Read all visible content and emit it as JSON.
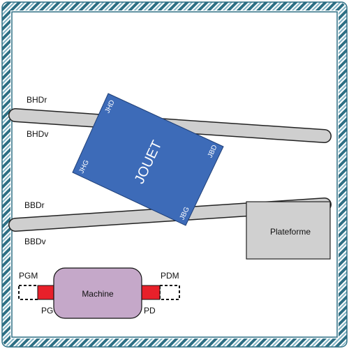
{
  "bars": {
    "top_upper_label": "BHDr",
    "top_lower_label": "BHDv",
    "bottom_upper_label": "BBDr",
    "bottom_lower_label": "BBDv"
  },
  "toy": {
    "title": "JOUET",
    "corner_top_left": "JHD",
    "corner_left": "JHG",
    "corner_right": "JBD",
    "corner_bottom": "JBG",
    "color": "#3d6bb8"
  },
  "platform": {
    "label": "Plateforme",
    "color": "#d0d0d0"
  },
  "machine": {
    "label": "Machine",
    "color": "#c5a8c9",
    "left_top_label": "PGM",
    "left_bottom_label": "PG",
    "right_top_label": "PDM",
    "right_bottom_label": "PD",
    "piston_color": "#e8202a"
  },
  "frame": {
    "color": "#2d6f84"
  }
}
